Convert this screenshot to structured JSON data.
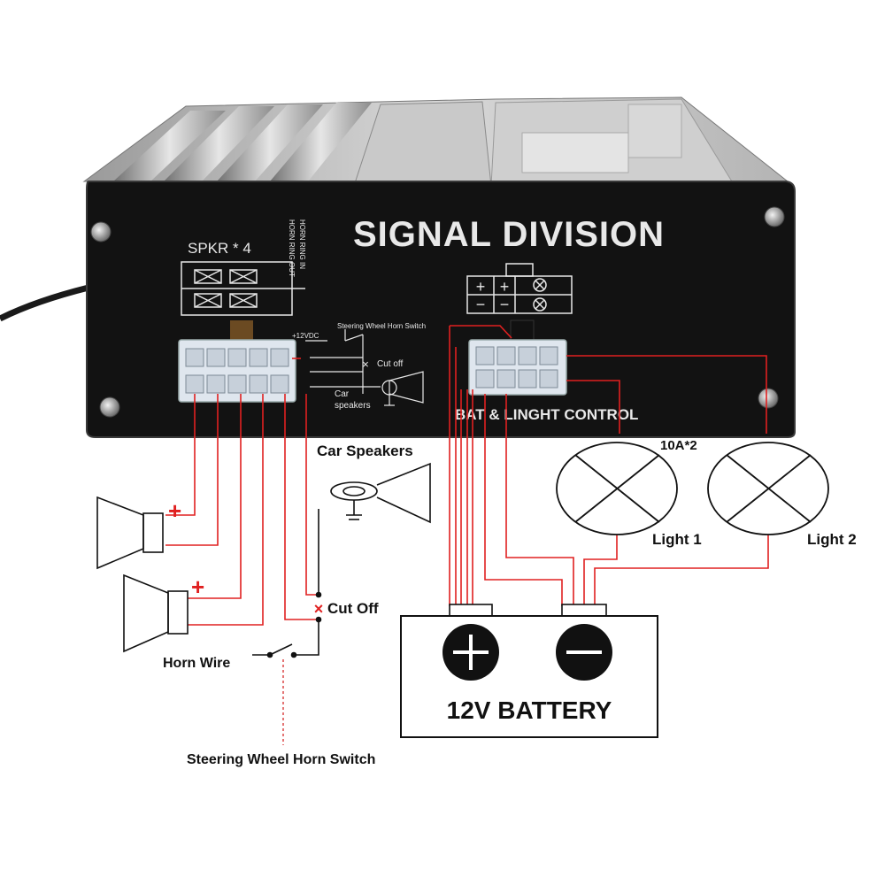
{
  "device": {
    "title": "SIGNAL DIVISION",
    "spkr_label": "SPKR * 4",
    "horn_ring_out": "HORN RING OUT",
    "horn_ring_in": "HORN RING IN",
    "plus_12vdc": "+12VDC",
    "steering_switch_small": "Steering Wheel Horn Switch",
    "cut_off_small": "Cut off",
    "car_speakers_small_1": "Car",
    "car_speakers_small_2": "speakers",
    "bat_light_control": "BAT & LINGHT CONTROL",
    "plus_sign": "+",
    "minus_sign": "−"
  },
  "diagram": {
    "car_speakers": "Car Speakers",
    "cut_off": "Cut Off",
    "horn_wire": "Horn Wire",
    "steering_wheel_horn_switch": "Steering Wheel Horn Switch",
    "fuse_rating": "10A*2",
    "light_1": "Light 1",
    "light_2": "Light 2",
    "battery": "12V BATTERY",
    "speaker_plus_1": "+",
    "speaker_plus_2": "+"
  },
  "colors": {
    "wire": "#e02020",
    "wire_dashed": "#d83a3a",
    "panel": "#101010",
    "panel_text": "#e8e8e8",
    "line": "#111111"
  }
}
